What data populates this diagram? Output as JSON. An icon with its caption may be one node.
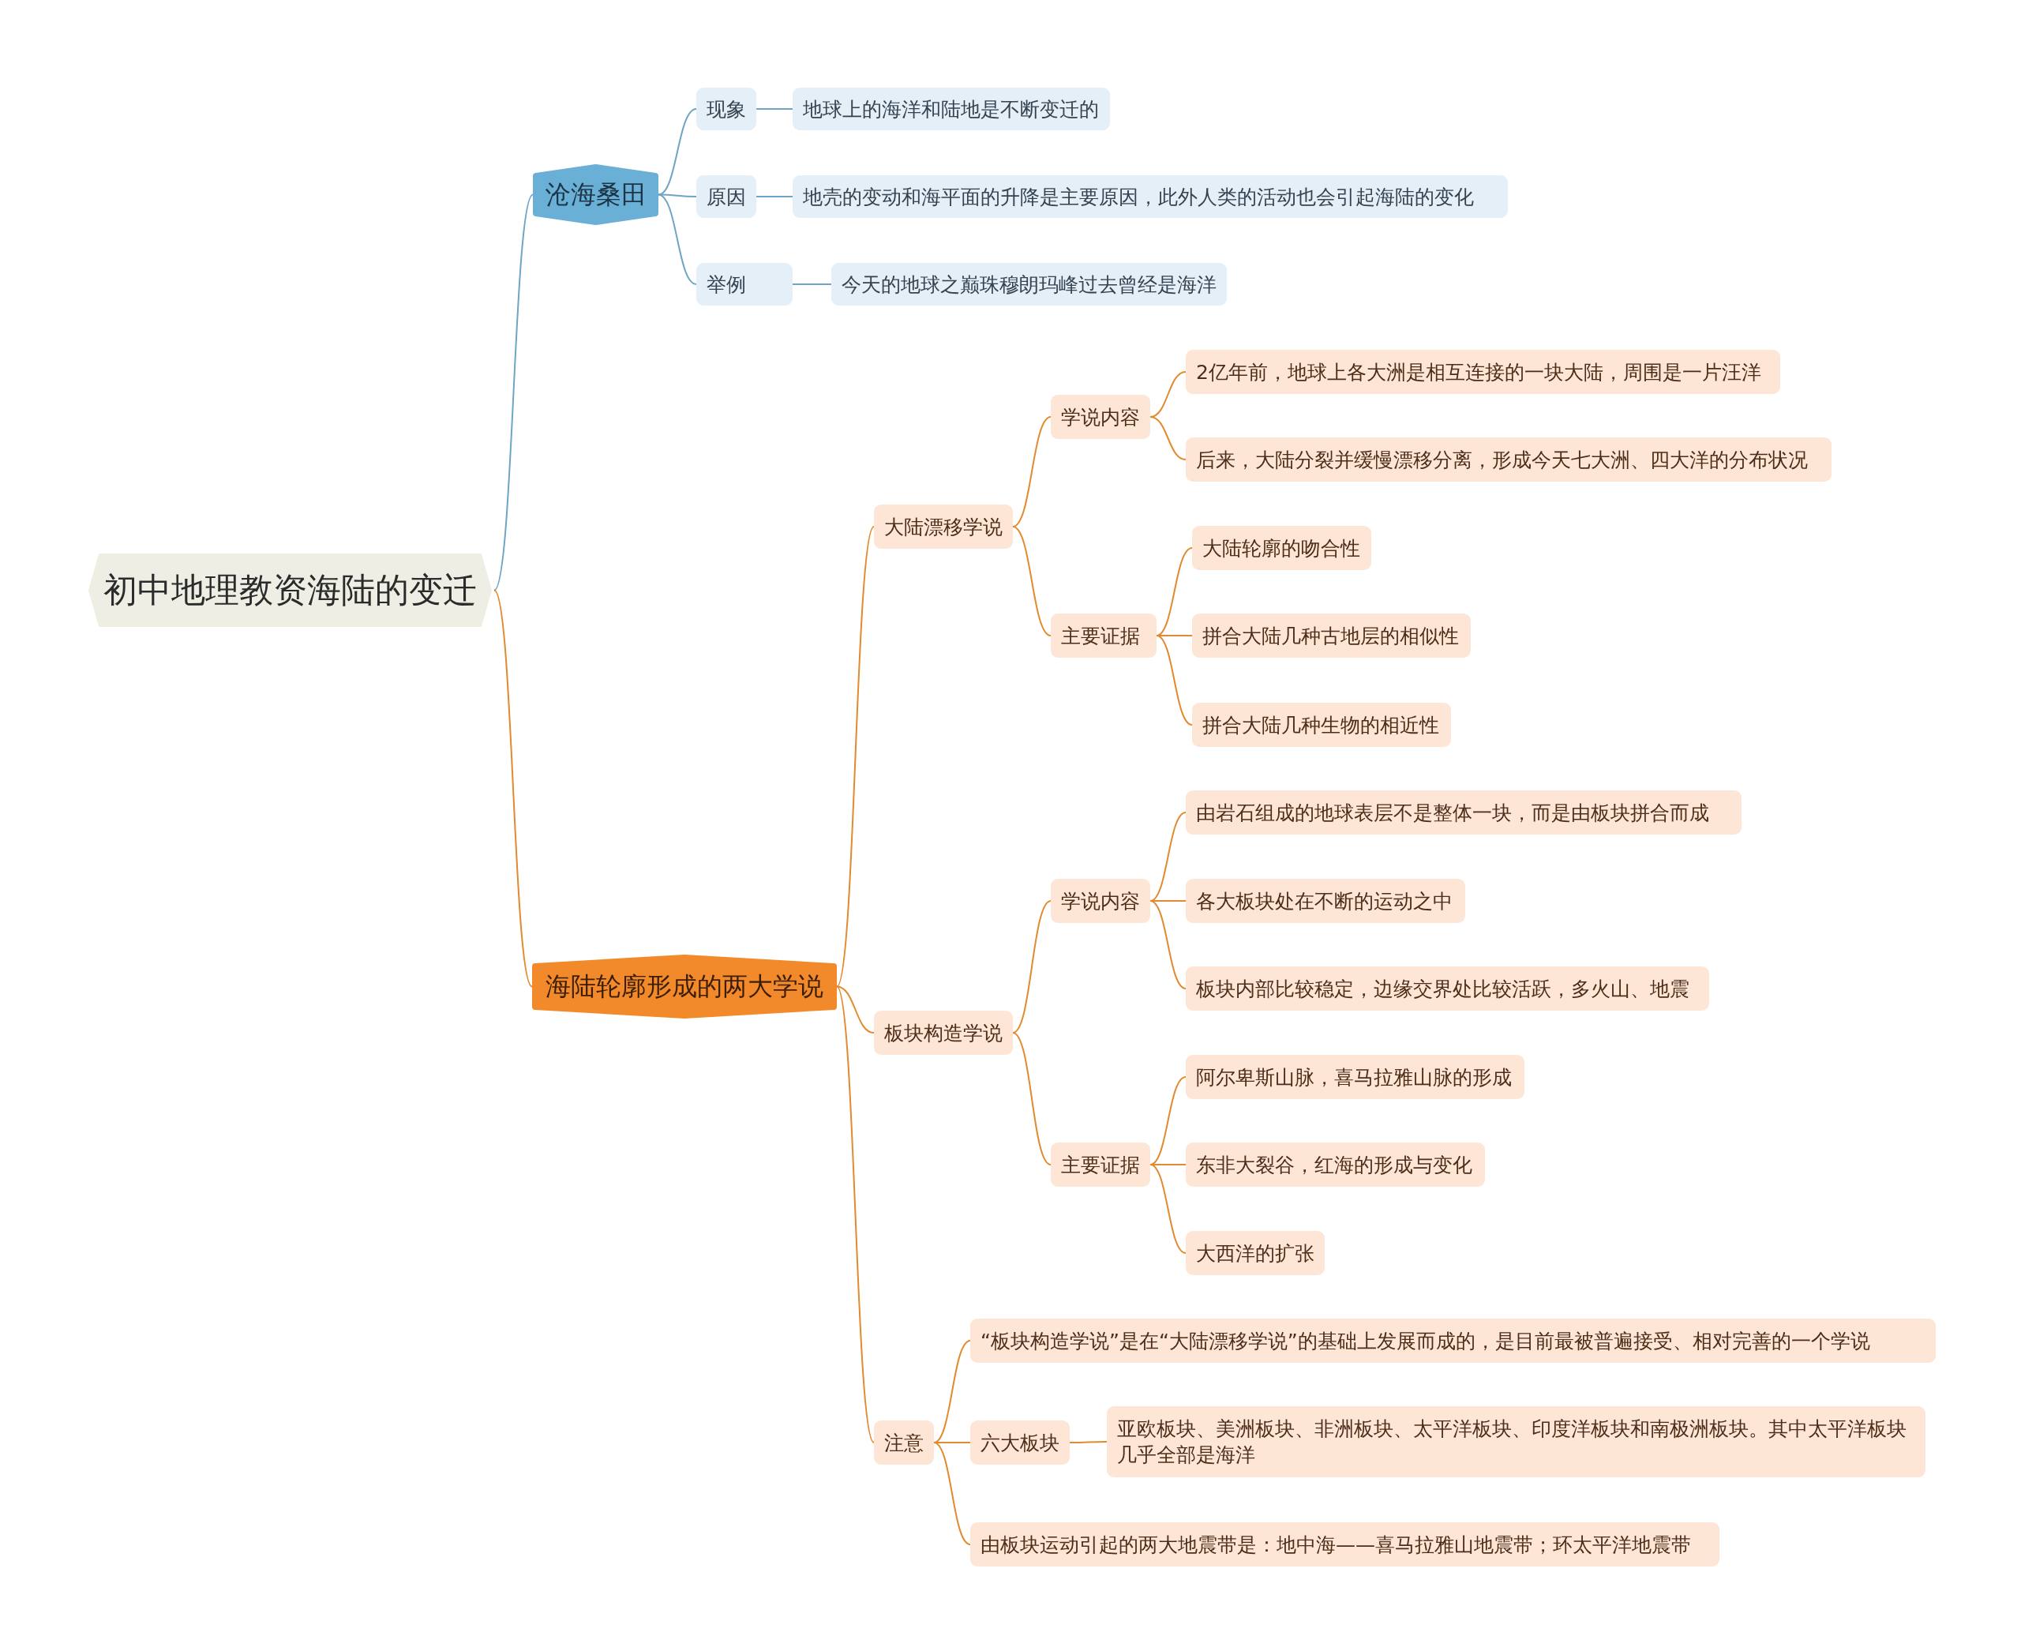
{
  "diagram": {
    "nodes": [
      {
        "text": [
          "初中地理教资海陆的变迁"
        ]
      },
      {
        "text": [
          "沧海桑田"
        ]
      },
      {
        "text": [
          "现象"
        ]
      },
      {
        "text": [
          "地球上的海洋和陆地是不断变迁的"
        ]
      },
      {
        "text": [
          "原因"
        ]
      },
      {
        "text": [
          "地壳的变动和海平面的升降是主要原因，此外人类的活动也会引起海陆的变化"
        ]
      },
      {
        "text": [
          "举例"
        ]
      },
      {
        "text": [
          "今天的地球之巅珠穆朗玛峰过去曾经是海洋"
        ]
      },
      {
        "text": [
          "海陆轮廓形成的两大学说"
        ]
      },
      {
        "text": [
          "大陆漂移学说"
        ]
      },
      {
        "text": [
          "学说内容"
        ]
      },
      {
        "text": [
          "2亿年前，地球上各大洲是相互连接的一块大陆，周围是一片汪洋"
        ]
      },
      {
        "text": [
          "后来，大陆分裂并缓慢漂移分离，形成今天七大洲、四大洋的分布状况"
        ]
      },
      {
        "text": [
          "主要证据"
        ]
      },
      {
        "text": [
          "大陆轮廓的吻合性"
        ]
      },
      {
        "text": [
          "拼合大陆几种古地层的相似性"
        ]
      },
      {
        "text": [
          "拼合大陆几种生物的相近性"
        ]
      },
      {
        "text": [
          "板块构造学说"
        ]
      },
      {
        "text": [
          "学说内容"
        ]
      },
      {
        "text": [
          "由岩石组成的地球表层不是整体一块，而是由板块拼合而成"
        ]
      },
      {
        "text": [
          "各大板块处在不断的运动之中"
        ]
      },
      {
        "text": [
          "板块内部比较稳定，边缘交界处比较活跃，多火山、地震"
        ]
      },
      {
        "text": [
          "主要证据"
        ]
      },
      {
        "text": [
          "阿尔卑斯山脉，喜马拉雅山脉的形成"
        ]
      },
      {
        "text": [
          "东非大裂谷，红海的形成与变化"
        ]
      },
      {
        "text": [
          "大西洋的扩张"
        ]
      },
      {
        "text": [
          "注意"
        ]
      },
      {
        "text": [
          "“板块构造学说”是在“大陆漂移学说”的基础上发展而成的，是目前最被普遍接受、相对完善的一个学说"
        ]
      },
      {
        "text": [
          "六大板块"
        ]
      },
      {
        "text": [
          "亚欧板块、美洲板块、非洲板块、太平洋板块、印度洋板块和南极洲板块。其中太平洋板块几乎全部是海洋"
        ]
      },
      {
        "text": [
          "由板块运动引起的两大地震带是：地中海——喜马拉雅山地震带；环太平洋地震带"
        ]
      }
    ],
    "edges": [
      {
        "from": 0,
        "to": 1,
        "arrow": "none",
        "color": "#6ea4c4"
      },
      {
        "from": 1,
        "to": 2,
        "arrow": "none",
        "color": "#6ea4c4"
      },
      {
        "from": 2,
        "to": 3,
        "arrow": "none",
        "color": "#6ea4c4"
      },
      {
        "from": 1,
        "to": 4,
        "arrow": "none",
        "color": "#6ea4c4"
      },
      {
        "from": 4,
        "to": 5,
        "arrow": "none",
        "color": "#6ea4c4"
      },
      {
        "from": 1,
        "to": 6,
        "arrow": "none",
        "color": "#6ea4c4"
      },
      {
        "from": 6,
        "to": 7,
        "arrow": "none",
        "color": "#6ea4c4"
      },
      {
        "from": 0,
        "to": 8,
        "arrow": "none"
      },
      {
        "from": 8,
        "to": 9,
        "arrow": "none"
      },
      {
        "from": 9,
        "to": 10,
        "arrow": "none"
      },
      {
        "from": 10,
        "to": 11,
        "arrow": "none"
      },
      {
        "from": 10,
        "to": 12,
        "arrow": "none"
      },
      {
        "from": 9,
        "to": 13,
        "arrow": "none"
      },
      {
        "from": 13,
        "to": 14,
        "arrow": "none"
      },
      {
        "from": 13,
        "to": 15,
        "arrow": "none"
      },
      {
        "from": 13,
        "to": 16,
        "arrow": "none"
      },
      {
        "from": 8,
        "to": 17,
        "arrow": "none"
      },
      {
        "from": 17,
        "to": 18,
        "arrow": "none"
      },
      {
        "from": 18,
        "to": 19,
        "arrow": "none"
      },
      {
        "from": 18,
        "to": 20,
        "arrow": "none"
      },
      {
        "from": 18,
        "to": 21,
        "arrow": "none"
      },
      {
        "from": 17,
        "to": 22,
        "arrow": "none"
      },
      {
        "from": 22,
        "to": 23,
        "arrow": "none"
      },
      {
        "from": 22,
        "to": 24,
        "arrow": "none"
      },
      {
        "from": 22,
        "to": 25,
        "arrow": "none"
      },
      {
        "from": 8,
        "to": 26,
        "arrow": "none"
      },
      {
        "from": 26,
        "to": 27,
        "arrow": "none"
      },
      {
        "from": 26,
        "to": 28,
        "arrow": "none"
      },
      {
        "from": 28,
        "to": 29,
        "arrow": "none"
      },
      {
        "from": 26,
        "to": 30,
        "arrow": "none"
      }
    ]
  }
}
